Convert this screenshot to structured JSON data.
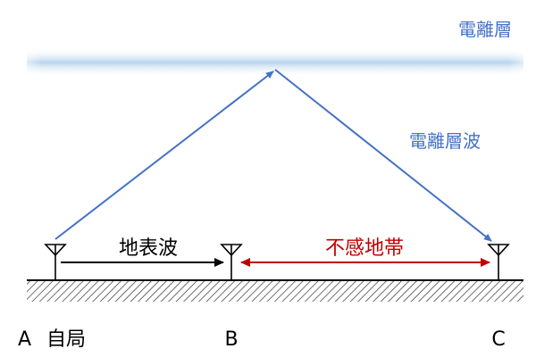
{
  "labels": {
    "ionosphere": "電離層",
    "sky_wave": "電離層波",
    "ground_wave": "地表波",
    "dead_zone": "不感地帯",
    "point_a": "A",
    "own_station": "自局",
    "point_b": "B",
    "point_c": "C"
  },
  "colors": {
    "ionosphere_band": "#b8d4ec",
    "sky_wave": "#4472c4",
    "ground_wave": "#000000",
    "dead_zone": "#c00000",
    "ground_hatch": "#333333",
    "antenna": "#000000"
  }
}
